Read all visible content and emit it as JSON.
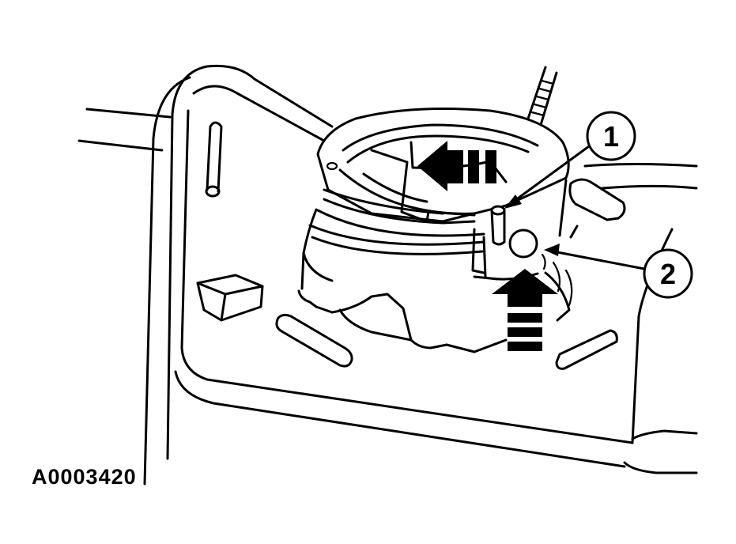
{
  "figure_id": "A0003420",
  "callouts": [
    {
      "number": "1"
    },
    {
      "number": "2"
    }
  ],
  "icons": {
    "push_left": "arrow-left-icon",
    "push_up": "arrow-up-icon"
  },
  "colors": {
    "ink": "#000000",
    "paper": "#ffffff"
  }
}
